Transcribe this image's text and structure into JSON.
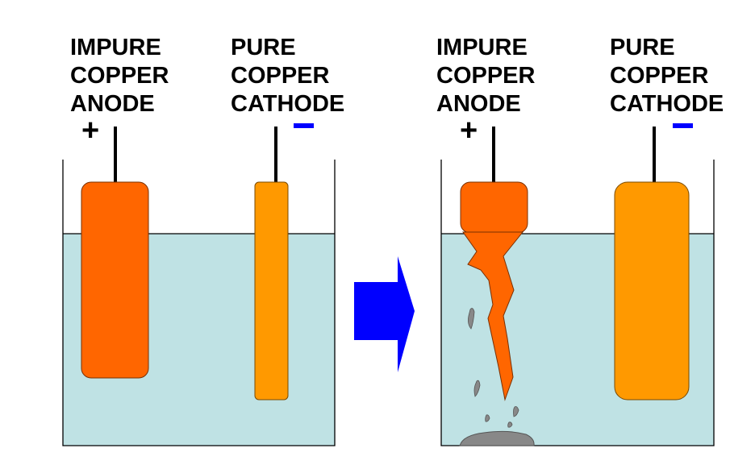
{
  "colors": {
    "electrolyte": "#bfe2e4",
    "anode": "#ff6600",
    "cathode": "#ff9900",
    "plus": "#ff0000",
    "minus": "#0000ff",
    "arrow": "#0000ff",
    "sludge": "#888888"
  },
  "before": {
    "anode_label": [
      "IMPURE",
      "COPPER",
      "ANODE"
    ],
    "cathode_label": [
      "PURE",
      "COPPER",
      "CATHODE"
    ],
    "anode_sign": "+",
    "cathode_sign": "−"
  },
  "after": {
    "anode_label": [
      "IMPURE",
      "COPPER",
      "ANODE"
    ],
    "cathode_label": [
      "PURE",
      "COPPER",
      "CATHODE"
    ],
    "anode_sign": "+",
    "cathode_sign": "−"
  },
  "icons": {
    "transition": "arrow-right-icon"
  }
}
